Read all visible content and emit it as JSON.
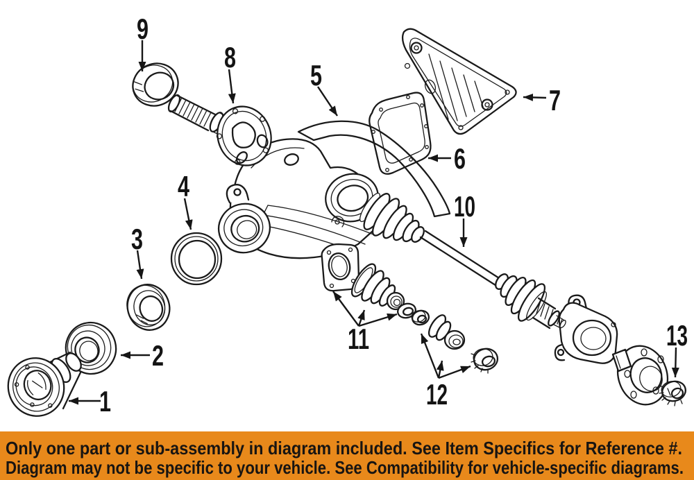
{
  "diagram": {
    "type": "exploded-parts-line-drawing",
    "subject": "rear differential, axle shafts, seals and hub assembly",
    "line_color": "#1A1A1A",
    "bg_color": "#FFFFFF",
    "labels": [
      "1",
      "2",
      "3",
      "4",
      "5",
      "6",
      "7",
      "8",
      "9",
      "10",
      "11",
      "12",
      "13"
    ]
  },
  "banner": {
    "bg_color": "#E8891B",
    "text_color": "#181512",
    "line1": "Only one part or sub-assembly in diagram included. See Item Specifics for Reference #.",
    "line2": "Diagram may not be specific to your vehicle. See Compatibility for vehicle-specific diagrams."
  }
}
